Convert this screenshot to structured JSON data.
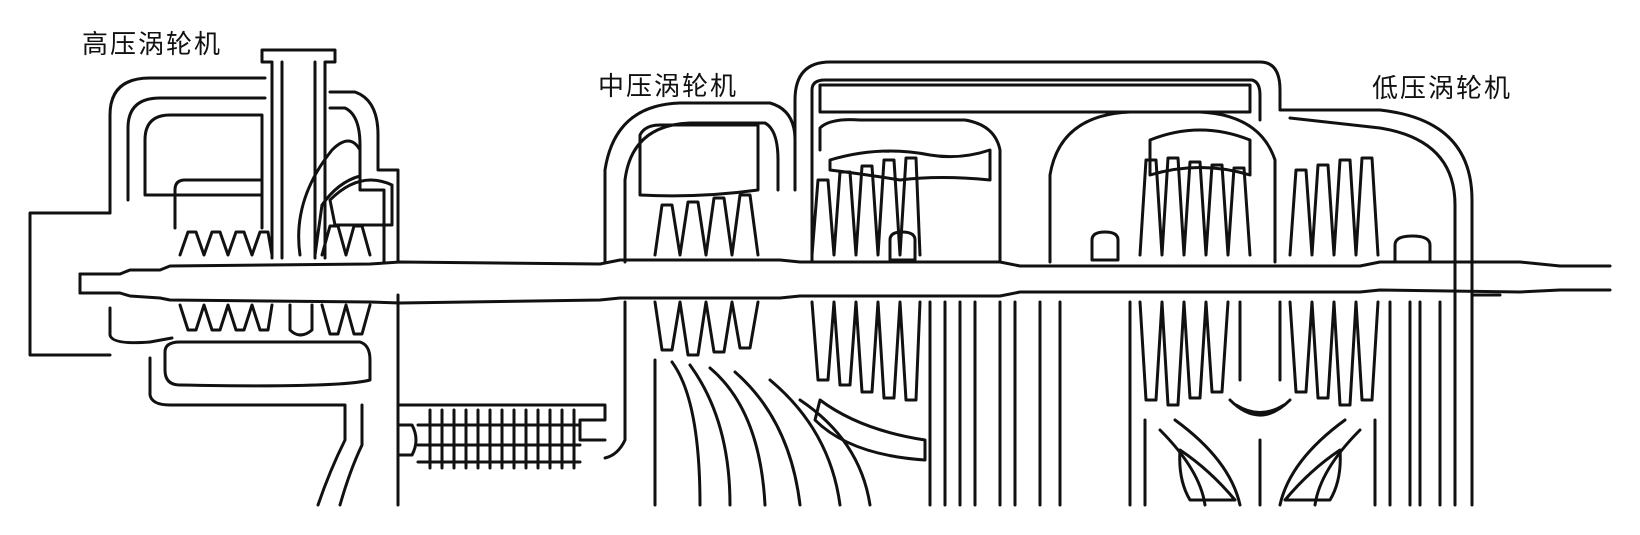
{
  "labels": {
    "hp_turbine": "高压涡轮机",
    "ip_turbine": "中压涡轮机",
    "lp_turbine": "低压涡轮机"
  },
  "colors": {
    "line": "#111111",
    "background": "#ffffff"
  }
}
